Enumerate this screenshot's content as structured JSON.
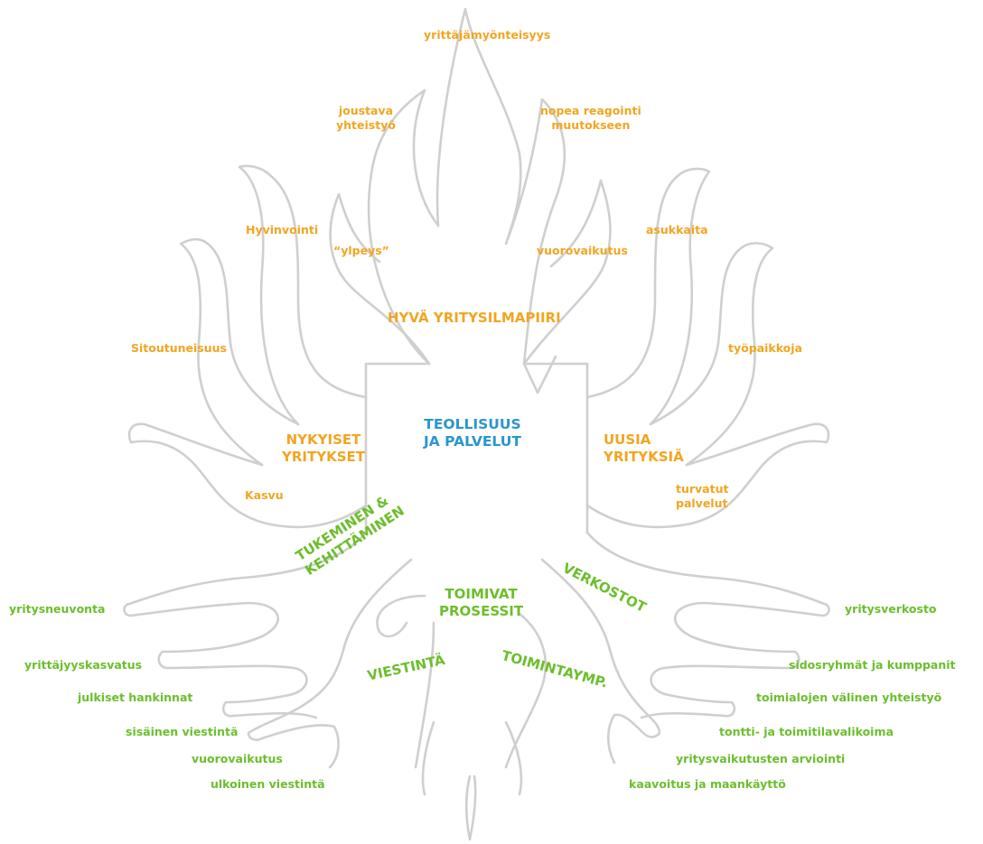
{
  "colors": {
    "crown": "#f2a521",
    "roots": "#6cbe2c",
    "trunk": "#2a96cf",
    "outline": "#cfcfcf"
  },
  "trunk": {
    "line1": "TEOLLISUUS",
    "line2": "JA PALVELUT"
  },
  "crown": {
    "center": "HYVÄ YRITYSILMAPIIRI",
    "top": "yrittäjämyönteisyys",
    "joustava": {
      "line1": "joustava",
      "line2": "yhteistyö"
    },
    "nopea": {
      "line1": "nopea reagointi",
      "line2": "muutokseen"
    },
    "hyvinvointi": "Hyvinvointi",
    "ylpeys": "“ylpeys”",
    "vuorovaikutus": "vuorovaikutus",
    "asukkaita": "asukkaita",
    "sitoutuneisuus": "Sitoutuneisuus",
    "tyopaikkoja": "työpaikkoja",
    "nykyiset": {
      "line1": "NYKYISET",
      "line2": "YRITYKSET"
    },
    "uusia": {
      "line1": "UUSIA",
      "line2": "YRITYKSIÄ"
    },
    "kasvu": "Kasvu",
    "turvatut": {
      "line1": "turvatut",
      "line2": "palvelut"
    }
  },
  "roots": {
    "tukeminen": {
      "line1": "TUKEMINEN &",
      "line2": "KEHITTÄMINEN"
    },
    "toimivat": {
      "line1": "TOIMIVAT",
      "line2": "PROSESSIT"
    },
    "verkostot": "VERKOSTOT",
    "viestinta": "VIESTINTÄ",
    "toimintaymp": "TOIMINTAYMP.",
    "left_items": [
      "yritysneuvonta",
      "yrittäjyyskasvatus",
      "julkiset hankinnat",
      "sisäinen viestintä",
      "vuorovaikutus",
      "ulkoinen viestintä"
    ],
    "right_items": [
      "yritysverkosto",
      "sidosryhmät ja kumppanit",
      "toimialojen välinen yhteistyö",
      "tontti- ja toimitilavalikoima",
      "yritysvaikutusten arviointi",
      "kaavoitus ja maankäyttö"
    ]
  }
}
